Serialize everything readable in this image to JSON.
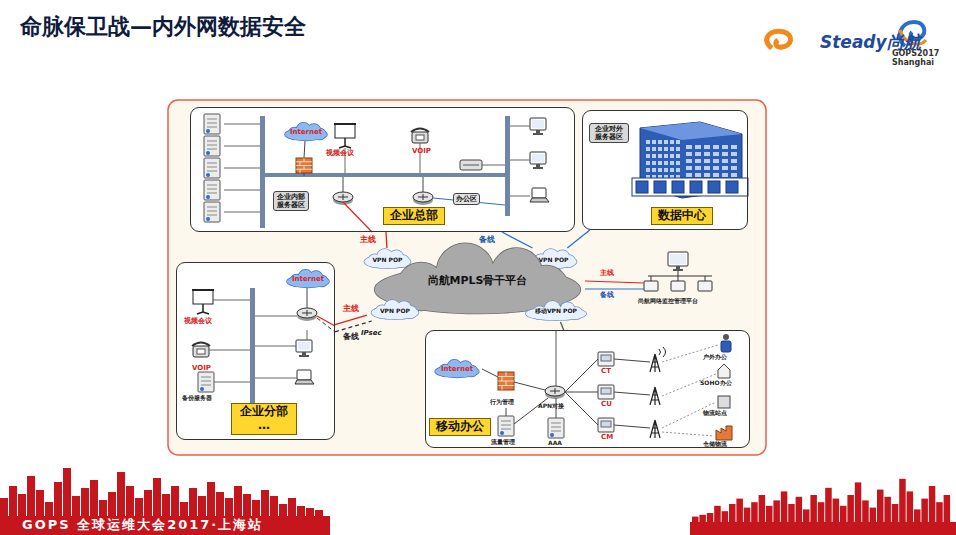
{
  "diagram": {
    "title": "命脉保卫战—内外网数据安全",
    "nodes": [
      {
        "text": [
          "企业总部"
        ]
      },
      {
        "text": [
          "企业内部 服务器区"
        ],
        "in": 0
      },
      {
        "text": [
          "Internet"
        ],
        "in": 0
      },
      {
        "text": [
          "办公区"
        ],
        "in": 0
      },
      {
        "text": [
          "数据中心"
        ]
      },
      {
        "text": [
          "企业对外 服务器区"
        ],
        "in": 4
      },
      {
        "text": [
          "VPN POP"
        ]
      },
      {
        "text": [
          "VPN POP"
        ]
      },
      {
        "text": [
          "尚航MPLS骨干平台"
        ]
      },
      {
        "text": [
          "VPN POP"
        ]
      },
      {
        "text": [
          "移动VPN POP"
        ]
      },
      {
        "text": [
          "企业分部 …"
        ]
      },
      {
        "text": [
          "Internet"
        ],
        "in": 11
      },
      {
        "text": [
          "移动办公"
        ]
      },
      {
        "text": [
          "Internet"
        ],
        "in": 13
      }
    ],
    "edges": [
      {
        "from": 0,
        "to": 6,
        "label": "主线",
        "arrow": "none"
      },
      {
        "from": 0,
        "to": 7,
        "label": "备线",
        "arrow": "none"
      },
      {
        "from": 4,
        "to": 7,
        "arrow": "none"
      },
      {
        "from": 11,
        "to": 9,
        "label": "主线",
        "arrow": "none"
      },
      {
        "from": 11,
        "to": 9,
        "label": "备线",
        "arrow": "none"
      },
      {
        "from": 10,
        "to": 13,
        "arrow": "none"
      }
    ],
    "labels": [
      "Steady尚航",
      "GOPS2017 Shanghai",
      "视频会议",
      "VOIP",
      "主线",
      "备线",
      "尚航网络监控管理平台",
      "视频会议",
      "VOIP",
      "备份服务器",
      "IPsec",
      "行为管理",
      "流量管理",
      "APN对接",
      "AAA",
      "CT",
      "CU",
      "CM",
      "户外办公",
      "SOHO办公",
      "物流站点",
      "仓储物流",
      "GOPS 全球运维大会2017·上海站"
    ]
  }
}
